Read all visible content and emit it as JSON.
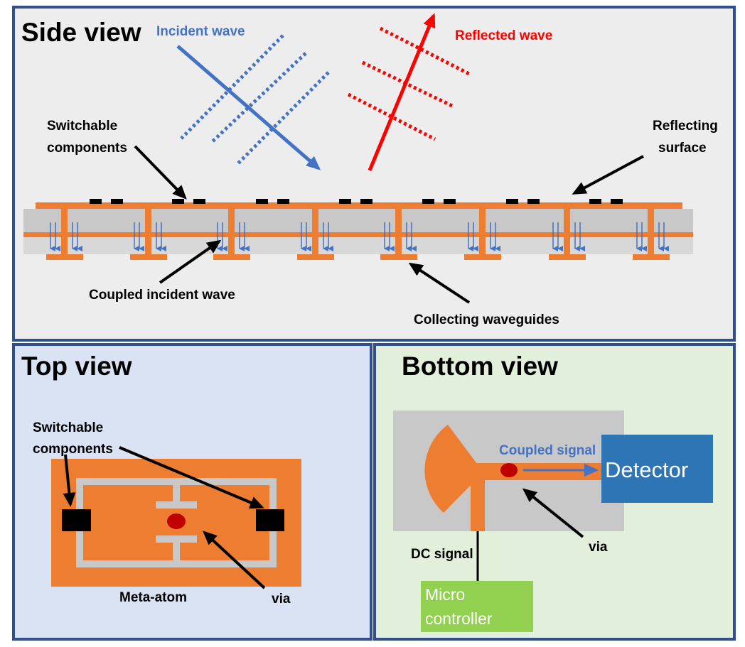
{
  "side_view": {
    "title": "Side view",
    "incident_wave": "Incident wave",
    "reflected_wave": "Reflected wave",
    "switchable_line1": "Switchable",
    "switchable_line2": "components",
    "reflecting_line1": "Reflecting",
    "reflecting_line2": "surface",
    "coupled_incident": "Coupled incident wave",
    "collecting": "Collecting waveguides"
  },
  "top_view": {
    "title": "Top view",
    "switchable_line1": "Switchable",
    "switchable_line2": "components",
    "meta_atom": "Meta-atom",
    "via": "via"
  },
  "bottom_view": {
    "title": "Bottom view",
    "coupled_signal": "Coupled signal",
    "detector": "Detector",
    "dc_signal": "DC signal",
    "via": "via",
    "micro_line1": "Micro",
    "micro_line2": "controller"
  },
  "colors": {
    "frame": "#2f4f8f",
    "side_bg": "#ededed",
    "top_bg": "#dae3f3",
    "bottom_bg": "#e2efda",
    "orange": "#ed7d31",
    "substrate": "#c8c8c8",
    "incident": "#4472c4",
    "reflected": "#ff0000",
    "detector": "#2e75b6",
    "micro": "#92d050",
    "via": "#c00000"
  }
}
